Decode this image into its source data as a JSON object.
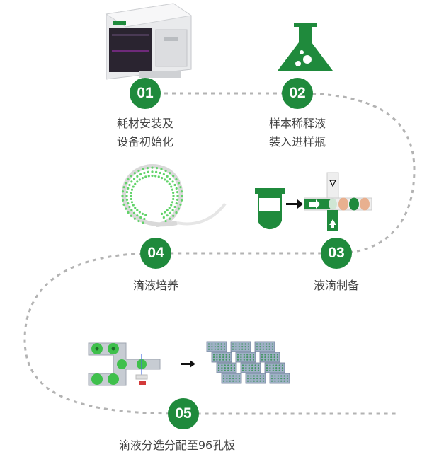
{
  "colors": {
    "accent": "#1f8a3c",
    "connector": "#b3b3b3",
    "droplet_light": "#62d36a",
    "salmon": "#e8b08f",
    "plate_blue": "#9fb0c6",
    "text": "#444444"
  },
  "steps": [
    {
      "number": "01",
      "lines": [
        "耗材安装及",
        "设备初始化"
      ],
      "icon": "instrument-image"
    },
    {
      "number": "02",
      "lines": [
        "样本稀释液",
        "装入进样瓶"
      ],
      "icon": "flask-icon"
    },
    {
      "number": "03",
      "lines": [
        "液滴制备"
      ],
      "icon": "droplet-generation-icon"
    },
    {
      "number": "04",
      "lines": [
        "滴液培养"
      ],
      "icon": "coiled-tube-icon"
    },
    {
      "number": "05",
      "lines": [
        "滴液分选分配至96孔板"
      ],
      "icon": "sorting-chip-icon"
    }
  ]
}
